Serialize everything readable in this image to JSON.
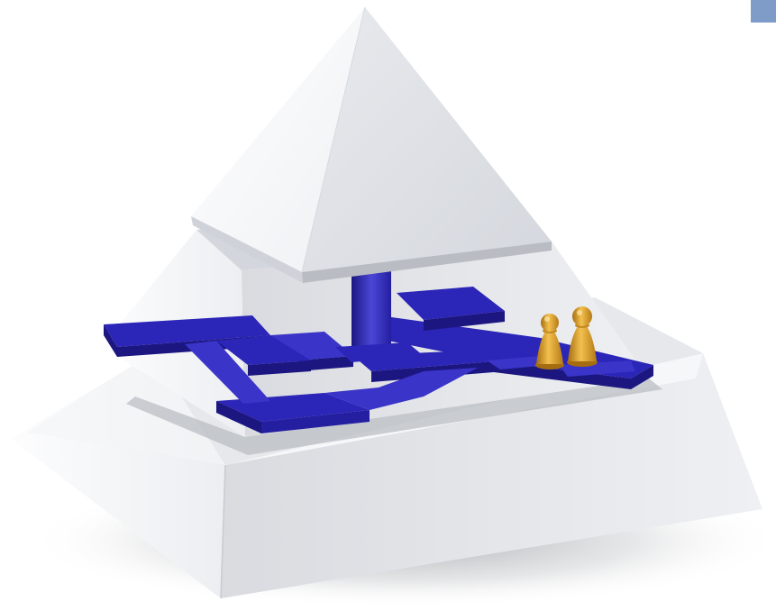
{
  "scene": {
    "subject": "three-tier-pyramid",
    "tiers": [
      "top",
      "middle",
      "base"
    ],
    "pawn_count": 2
  },
  "colors": {
    "background": "#ffffff",
    "pyramid_light": "#f3f4f6",
    "pyramid_mid": "#e3e5ea",
    "pyramid_shadow_side": "#c9ccd3",
    "platform_blue": "#2b25b8",
    "platform_blue_dark": "#1c1780",
    "platform_blue_light": "#4b46d6",
    "pawn_gold": "#e0a52c",
    "pawn_gold_dark": "#a66d10",
    "corner_tab": "#7f9cc9"
  }
}
